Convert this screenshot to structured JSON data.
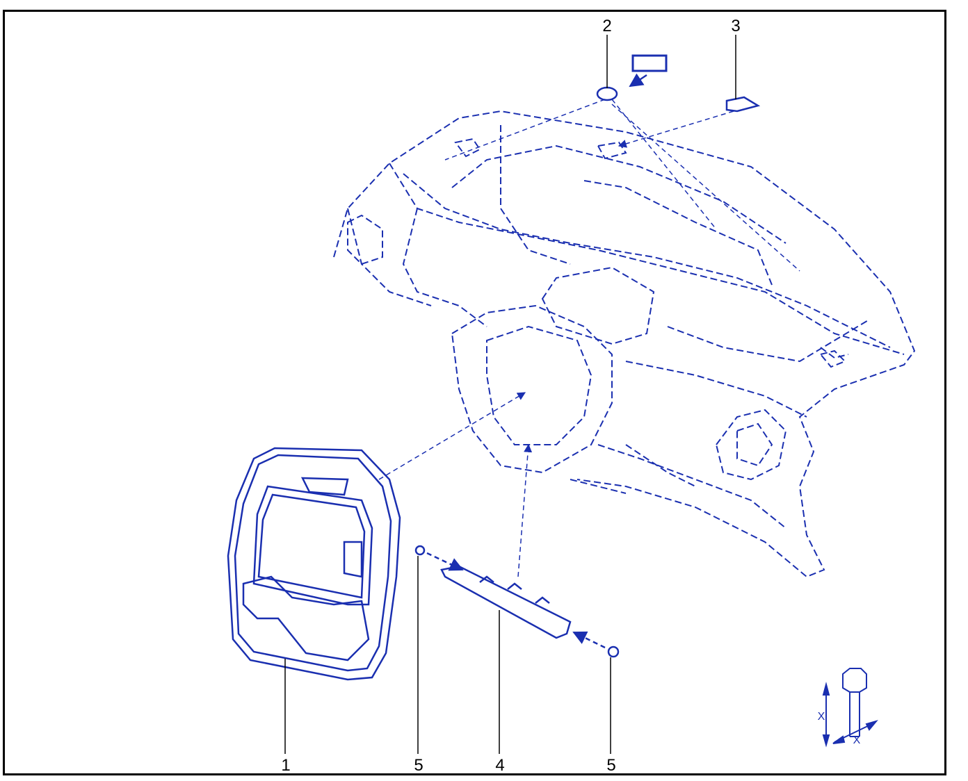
{
  "callouts": [
    {
      "id": "1",
      "label": "1"
    },
    {
      "id": "2",
      "label": "2"
    },
    {
      "id": "3",
      "label": "3"
    },
    {
      "id": "4",
      "label": "4"
    },
    {
      "id": "5a",
      "label": "5"
    },
    {
      "id": "5b",
      "label": "5"
    }
  ],
  "torque_symbol": {
    "dimension_label_vertical": "X",
    "dimension_label_horizontal": "X"
  },
  "colors": {
    "line_art": "#1a2fb0",
    "callout": "#000000",
    "frame": "#000000"
  }
}
